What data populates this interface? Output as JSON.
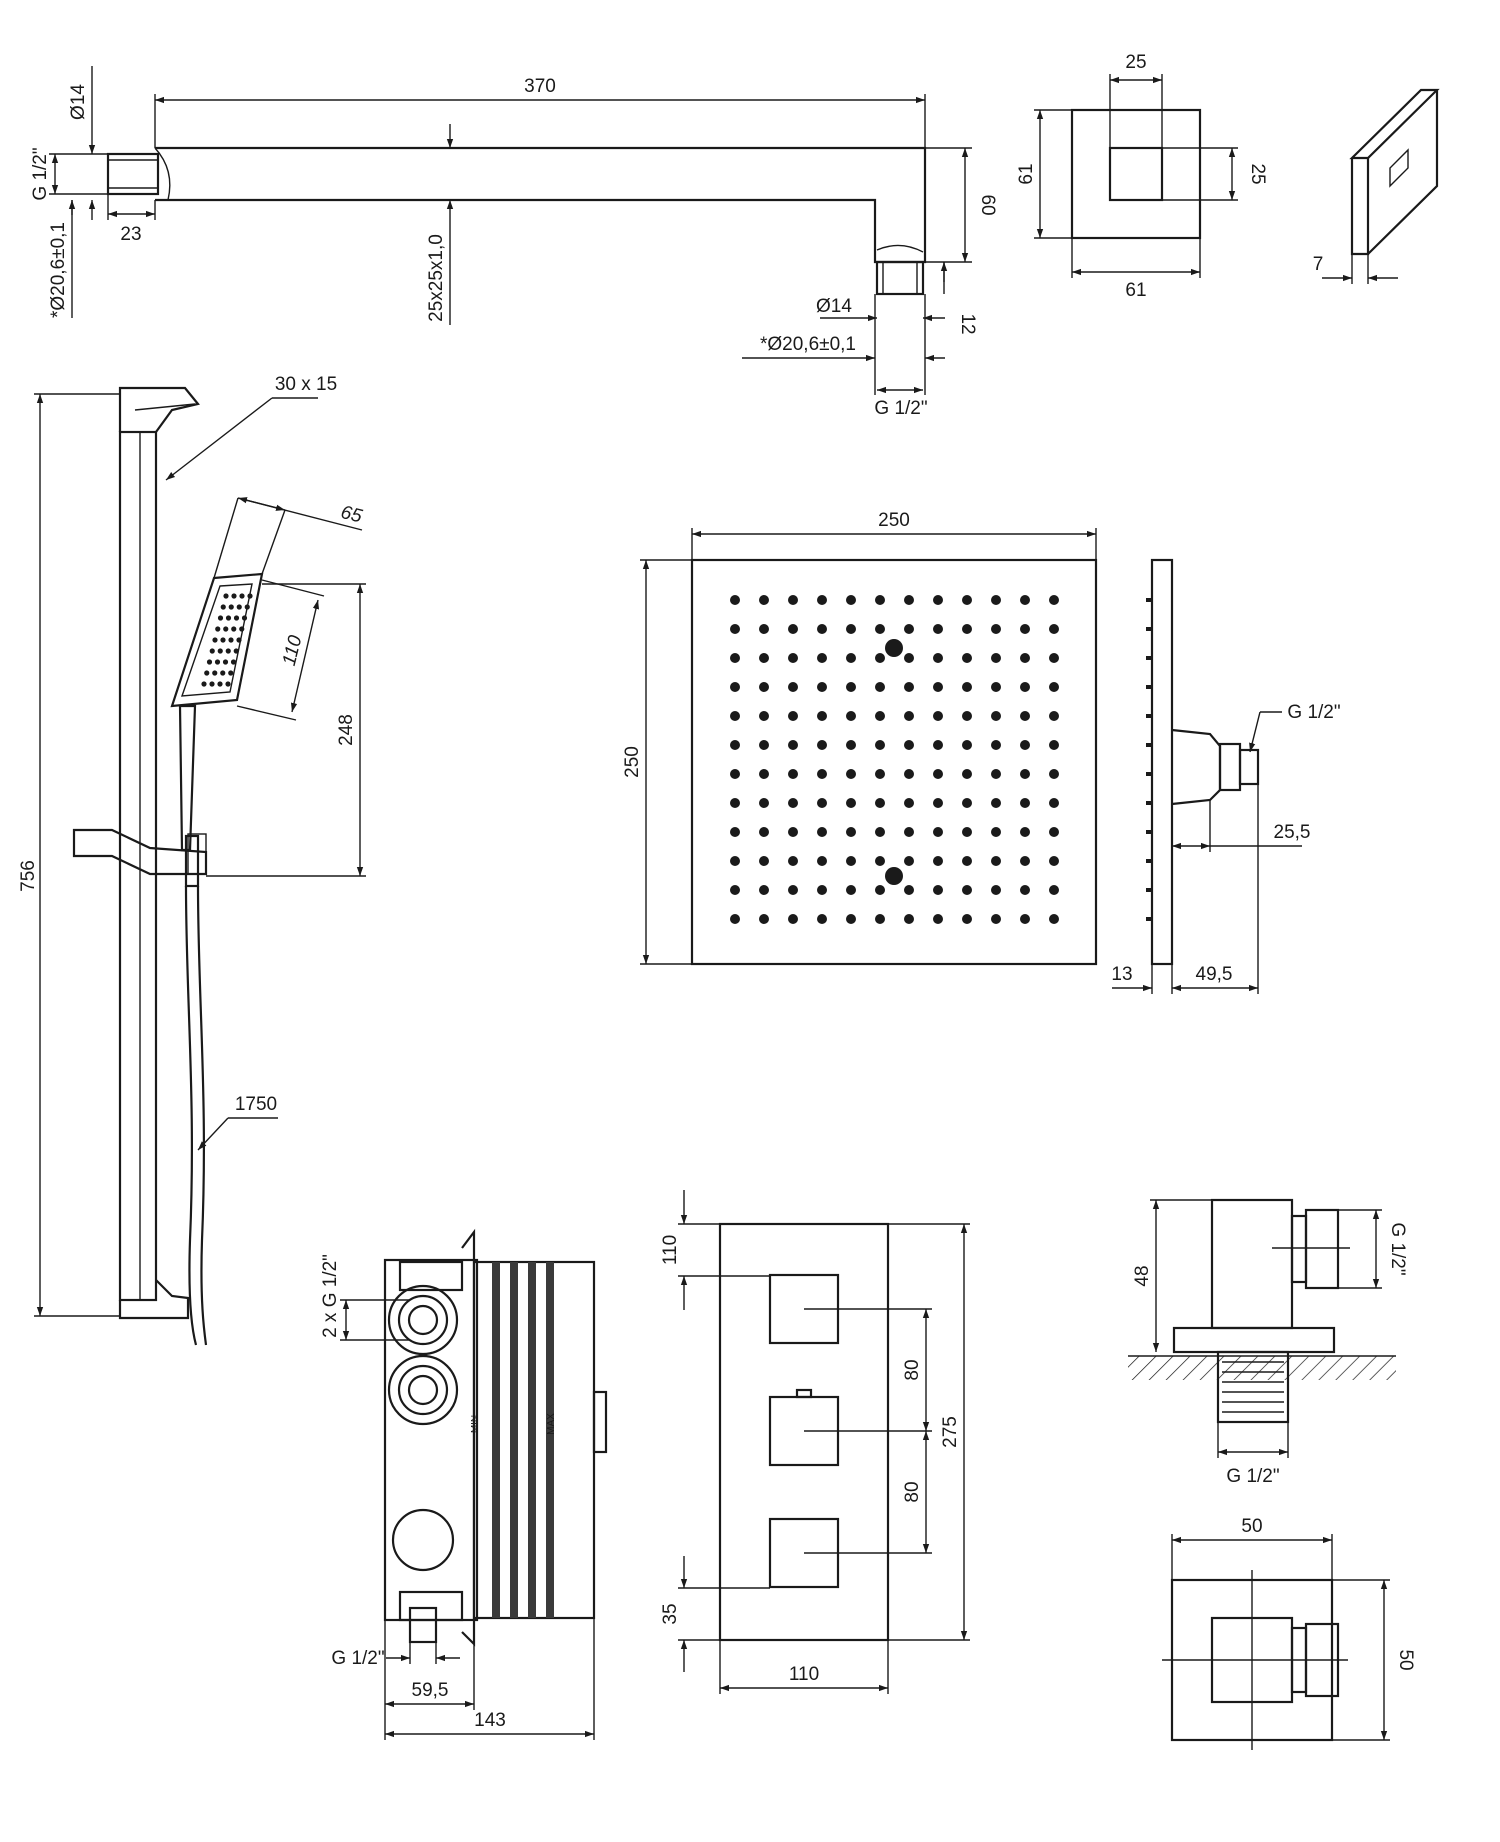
{
  "arm": {
    "length": "370",
    "pipe_diameter": "Ø14",
    "thread": "G 1/2\"",
    "outer_diameter": "*Ø20,6±0,1",
    "thread_length": "23",
    "section": "25x25x1,0",
    "drop": "60",
    "end_diameter": "Ø14",
    "end_outer_diameter": "*Ø20,6±0,1",
    "end_thread_length": "12",
    "end_thread": "G 1/2\""
  },
  "flange": {
    "inner_width": "25",
    "inner_height": "25",
    "outer_width": "61",
    "outer_height": "61",
    "thickness": "7"
  },
  "slide_rail": {
    "rail_section": "30 x 15",
    "rail_height": "756",
    "hand_shower_width": "65",
    "hand_shower_head": "110",
    "hand_shower_length": "248",
    "hose_length": "1750"
  },
  "rain_shower": {
    "width": "250",
    "height": "250",
    "inlet_thread": "G 1/2\"",
    "depth": "25,5",
    "plate_thickness": "13",
    "total_depth": "49,5"
  },
  "box": {
    "outlets": "2 x G 1/2\"",
    "inlet": "G 1/2\"",
    "inlet_offset": "59,5",
    "width": "143",
    "min_label": "MIN",
    "max_label": "MAX"
  },
  "plate": {
    "top_offset": "110",
    "spacing_1": "80",
    "spacing_2": "80",
    "height": "275",
    "bottom_offset": "35",
    "width": "110"
  },
  "elbow": {
    "height": "48",
    "outlet_thread": "G 1/2\"",
    "inlet_thread": "G 1/2\"",
    "width": "50",
    "depth": "50"
  }
}
